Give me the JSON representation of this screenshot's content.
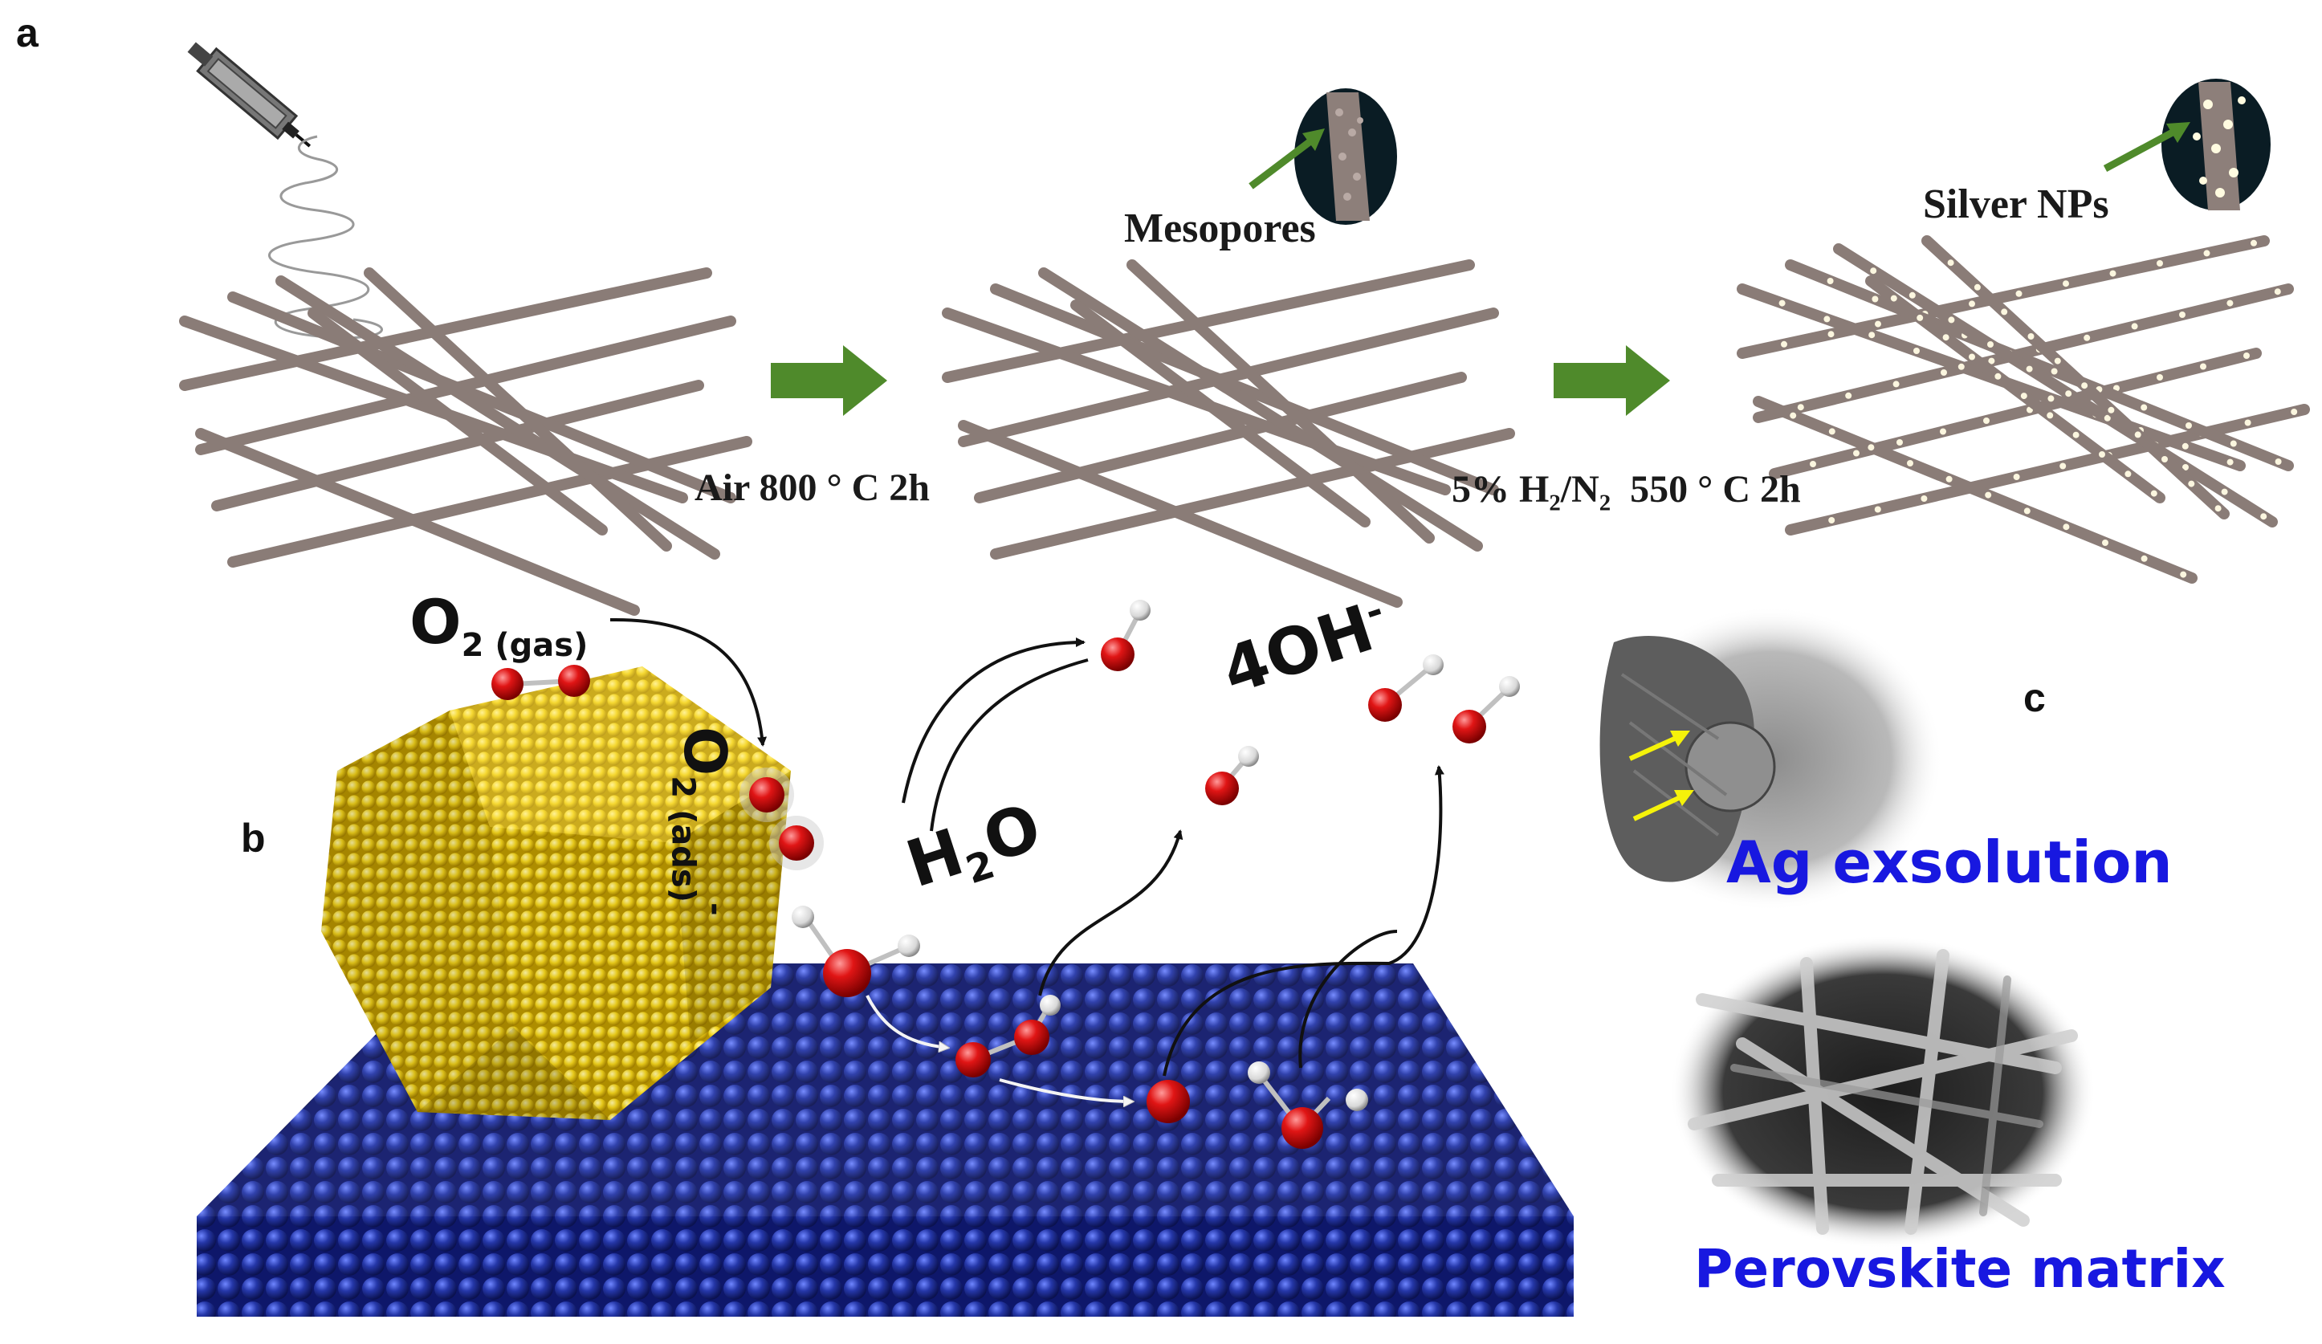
{
  "panels": {
    "a": "a",
    "b": "b",
    "c": "c"
  },
  "panel_a": {
    "step1_label": "Air 800 ° C 2h",
    "step2_label_prefix": "5% H",
    "step2_sub1": "2",
    "step2_mid": "/N",
    "step2_sub2": "2",
    "step2_suffix": "550 ° C 2h",
    "mesopores_label": "Mesopores",
    "silver_label": "Silver NPs"
  },
  "panel_b": {
    "o2_gas_main": "O",
    "o2_gas_sub": "2 (gas)",
    "o2_ads_main": "O",
    "o2_ads_sup": "-",
    "o2_ads_sub": "2 (ads)",
    "h2o_main": "H",
    "h2o_sub": "2",
    "h2o_end": "O",
    "oh_main": "4OH",
    "oh_sup": "-"
  },
  "panel_c": {
    "ag_label": "Ag exsolution",
    "perovskite_label": "Perovskite matrix"
  },
  "colors": {
    "fiber": "#8a7c77",
    "arrow_green": "#4f8a2b",
    "gold": "#f2d31b",
    "substrate_blue": "#1d2a8a",
    "oxygen_red": "#e01515",
    "label_blue": "#1818e0"
  }
}
